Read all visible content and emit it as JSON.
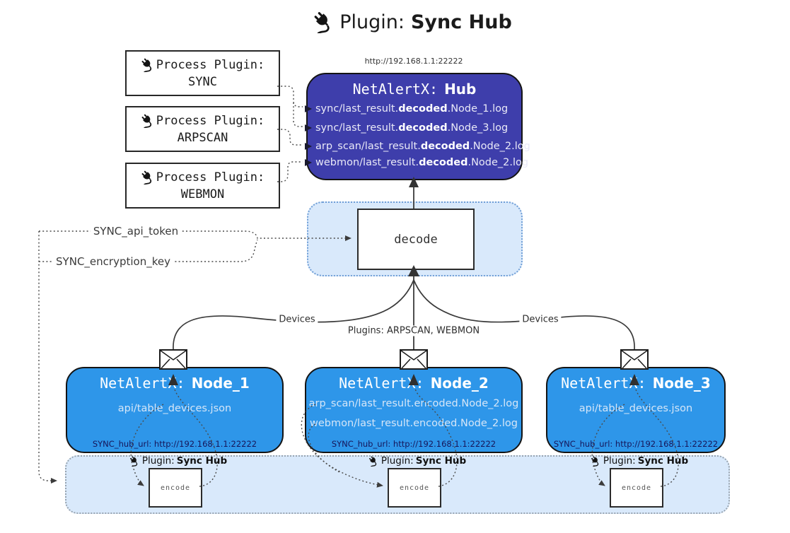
{
  "title": {
    "prefix": "Plugin:",
    "name": "Sync Hub"
  },
  "process_plugins": [
    {
      "label": "Process Plugin:",
      "name": "SYNC"
    },
    {
      "label": "Process Plugin:",
      "name": "ARPSCAN"
    },
    {
      "label": "Process Plugin:",
      "name": "WEBMON"
    }
  ],
  "hub": {
    "url": "http://192.168.1.1:22222",
    "prefix": "NetAlertX:",
    "name": "Hub",
    "items": [
      {
        "pre": "sync/last_result.",
        "bold": "decoded",
        "post": ".Node_1.log"
      },
      {
        "pre": "sync/last_result.",
        "bold": "decoded",
        "post": ".Node_3.log"
      },
      {
        "pre": "arp_scan/last_result.",
        "bold": "decoded",
        "post": ".Node_2.log"
      },
      {
        "pre": "webmon/last_result.",
        "bold": "decoded",
        "post": ".Node_2.log"
      }
    ]
  },
  "secrets": {
    "api_token": "SYNC_api_token",
    "encryption_key": "SYNC_encryption_key"
  },
  "decode": {
    "label": "decode"
  },
  "encode": {
    "label": "encode"
  },
  "badge": {
    "prefix": "Plugin:",
    "name": "Sync Hub"
  },
  "edges": {
    "devices_left": "Devices",
    "plugins_middle": "Plugins: ARPSCAN, WEBMON",
    "devices_right": "Devices"
  },
  "nodes": [
    {
      "prefix": "NetAlertX:",
      "name": "Node_1",
      "lines": [
        "api/table_devices.json"
      ],
      "footer": "SYNC_hub_url: http://192.168.1.1:22222"
    },
    {
      "prefix": "NetAlertX:",
      "name": "Node_2",
      "lines": [
        "arp_scan/last_result.encoded.Node_2.log",
        "webmon/last_result.encoded.Node_2.log"
      ],
      "footer": "SYNC_hub_url: http://192.168.1.1:22222"
    },
    {
      "prefix": "NetAlertX:",
      "name": "Node_3",
      "lines": [
        "api/table_devices.json"
      ],
      "footer": "SYNC_hub_url: http://192.168.1.1:22222"
    }
  ],
  "icons": {
    "plug": "plug-icon",
    "envelope": "envelope-icon"
  },
  "colors": {
    "hub_bg": "#3e3eab",
    "node_bg": "#2e96e9",
    "container_bg": "#d9e9fb",
    "decode_container_border": "#6f9ed6",
    "encode_container_border": "#98a4b0",
    "node_footer_text": "#16165a",
    "hub_text": "#e9e9f7",
    "node_text": "#d5e6f8",
    "line": "#3a3a3a"
  }
}
